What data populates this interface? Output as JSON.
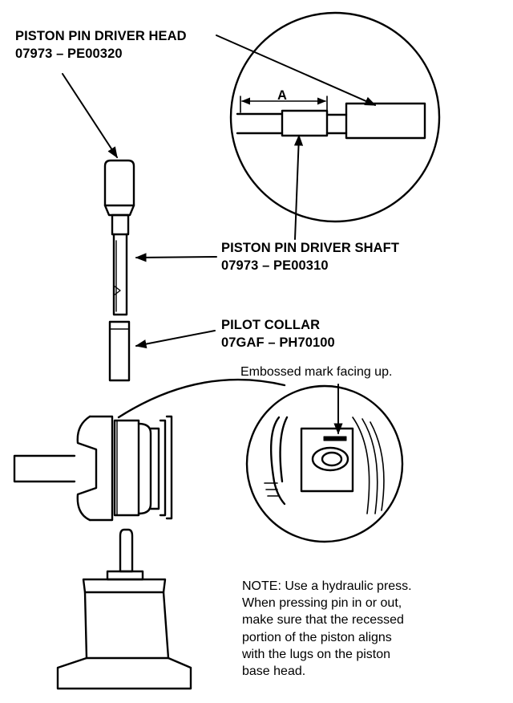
{
  "labels": {
    "driver_head": {
      "name": "PISTON PIN DRIVER HEAD",
      "part": "07973 – PE00320"
    },
    "driver_shaft": {
      "name": "PISTON PIN DRIVER SHAFT",
      "part": "07973 – PE00310"
    },
    "pilot_collar": {
      "name": "PILOT COLLAR",
      "part": "07GAF – PH70100"
    },
    "dimension": "A",
    "embossed_mark": "Embossed mark facing up."
  },
  "note": [
    "NOTE:  Use a hydraulic press.",
    "When pressing pin in or out,",
    "make sure that the recessed",
    "portion of the piston aligns",
    "with the lugs on the piston",
    "base head."
  ]
}
